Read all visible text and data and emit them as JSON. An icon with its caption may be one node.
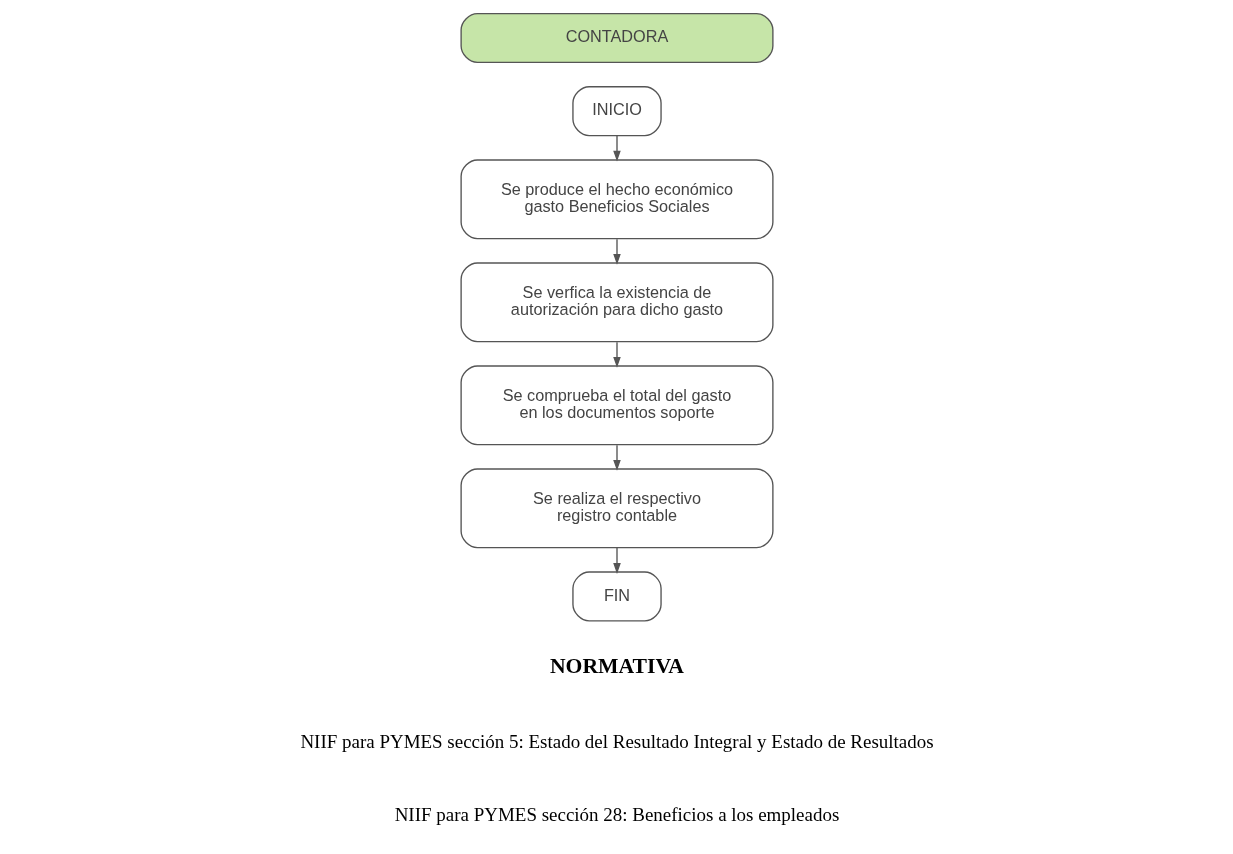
{
  "diagram": {
    "nodes": [
      {
        "text": [
          "CONTADORA"
        ]
      },
      {
        "text": [
          "INICIO"
        ]
      },
      {
        "text": [
          "Se produce el hecho económico gasto Beneficios Sociales"
        ]
      },
      {
        "text": [
          "Se verfica la existencia de autorización para dicho gasto"
        ]
      },
      {
        "text": [
          "Se comprueba el total del gasto en los documentos soporte"
        ]
      },
      {
        "text": [
          "Se realiza el respectivo registro contable"
        ]
      },
      {
        "text": [
          "FIN"
        ]
      }
    ],
    "edges": [
      {
        "from": 1,
        "to": 2,
        "arrow": "to"
      },
      {
        "from": 2,
        "to": 3,
        "arrow": "to"
      },
      {
        "from": 3,
        "to": 4,
        "arrow": "to"
      },
      {
        "from": 4,
        "to": 5,
        "arrow": "to"
      },
      {
        "from": 5,
        "to": 6,
        "arrow": "to"
      }
    ],
    "labels": [
      "NORMATIVA",
      "NIIF para PYMES sección 5: Estado del Resultado Integral y Estado de Resultados",
      "NIIF para PYMES sección 28: Beneficios a los empleados"
    ]
  }
}
